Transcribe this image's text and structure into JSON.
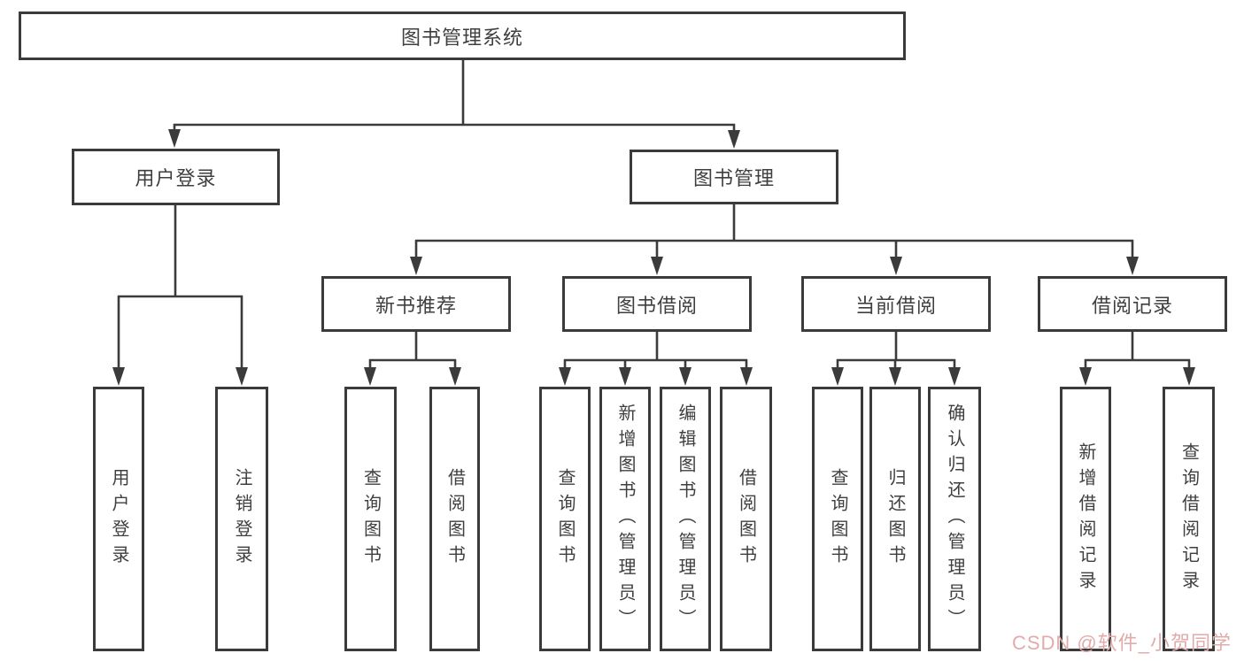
{
  "diagram": {
    "title": "图书管理系统",
    "level2": {
      "user_login": "用户登录",
      "book_management": "图书管理"
    },
    "level3": {
      "new_book_recommend": "新书推荐",
      "book_borrow": "图书借阅",
      "current_borrow": "当前借阅",
      "borrow_records": "借阅记录"
    },
    "leaves": {
      "user_login": [
        "用户登录",
        "注销登录"
      ],
      "new_book_recommend": [
        "查询图书",
        "借阅图书"
      ],
      "book_borrow": [
        "查询图书",
        "新增图书（管理员）",
        "编辑图书（管理员）",
        "借阅图书"
      ],
      "current_borrow": [
        "查询图书",
        "归还图书",
        "确认归还（管理员）"
      ],
      "borrow_records": [
        "新增借阅记录",
        "查询借阅记录"
      ]
    }
  },
  "watermark": {
    "text": "CSDN @软件_小贺同学",
    "color": "#e2abab"
  },
  "colors": {
    "line": "#3b3b3b",
    "text": "#3f3f3f",
    "background": "#ffffff"
  }
}
